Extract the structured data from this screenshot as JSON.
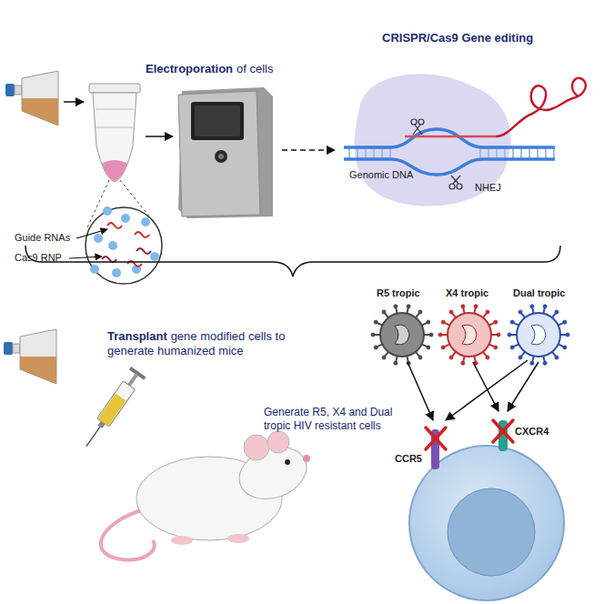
{
  "diagram": {
    "labels": [
      "Electroporation",
      "of cells",
      "CRISPR/Cas9 Gene editing",
      "Guide RNAs",
      "Cas9 RNP",
      "Genomic DNA",
      "NHEJ",
      "Transplant",
      "gene modified cells to generate humanized mice",
      "Generate R5, X4 and Dual tropic HIV resistant cells",
      "R5 tropic",
      "X4 tropic",
      "Dual tropic",
      "CCR5",
      "CXCR4"
    ]
  }
}
